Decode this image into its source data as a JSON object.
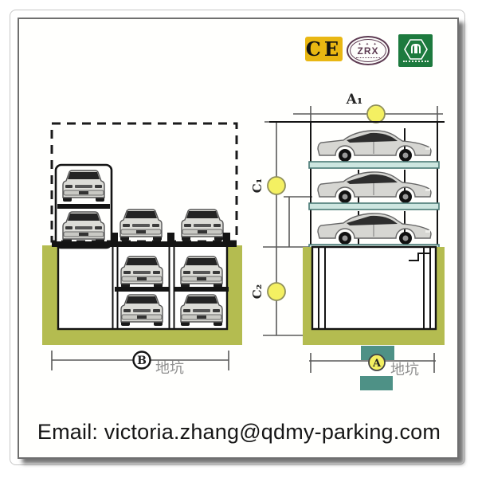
{
  "certifications": {
    "ce_label": "CE",
    "zrx_label": "ZRX"
  },
  "left_diagram": {
    "dim_b_label": "B",
    "pit_label": "地坑"
  },
  "right_diagram": {
    "dim_a1_label": "A₁",
    "dim_c1_label": "C₁",
    "dim_c2_label": "C₂",
    "dim_a_label": "A",
    "pit_label": "地坑"
  },
  "footer": {
    "email": "Email: victoria.zhang@qdmy-parking.com"
  },
  "colors": {
    "pit": "#b4bc50",
    "platform": "#cde6e0",
    "platform_edge": "#4a7a76",
    "teal_block": "#4e9186",
    "marker_fill": "#f4f062",
    "marker_stroke": "#8f8f5a",
    "ce_bg": "#e9b712",
    "zrx_ink": "#5d3b52",
    "green_bg": "#1d7a3e"
  }
}
